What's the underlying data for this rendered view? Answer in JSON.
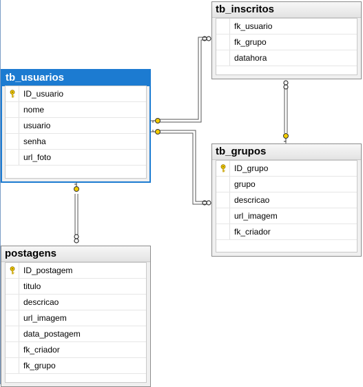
{
  "colors": {
    "selected_header": "#1c7bd1",
    "header_bg": "#ececec",
    "key_gold": "#e0b400",
    "connector": "#505050"
  },
  "tables": {
    "tb_inscritos": {
      "title": "tb_inscritos",
      "columns": [
        {
          "name": "fk_usuario",
          "pk": false
        },
        {
          "name": "fk_grupo",
          "pk": false
        },
        {
          "name": "datahora",
          "pk": false
        }
      ]
    },
    "tb_usuarios": {
      "title": "tb_usuarios",
      "selected": true,
      "columns": [
        {
          "name": "ID_usuario",
          "pk": true
        },
        {
          "name": "nome",
          "pk": false
        },
        {
          "name": "usuario",
          "pk": false
        },
        {
          "name": "senha",
          "pk": false
        },
        {
          "name": "url_foto",
          "pk": false
        }
      ]
    },
    "tb_grupos": {
      "title": "tb_grupos",
      "columns": [
        {
          "name": "ID_grupo",
          "pk": true
        },
        {
          "name": "grupo",
          "pk": false
        },
        {
          "name": "descricao",
          "pk": false
        },
        {
          "name": "url_imagem",
          "pk": false
        },
        {
          "name": "fk_criador",
          "pk": false
        }
      ]
    },
    "postagens": {
      "title": "postagens",
      "columns": [
        {
          "name": "ID_postagem",
          "pk": true
        },
        {
          "name": "titulo",
          "pk": false
        },
        {
          "name": "descricao",
          "pk": false
        },
        {
          "name": "url_imagem",
          "pk": false
        },
        {
          "name": "data_postagem",
          "pk": false
        },
        {
          "name": "fk_criador",
          "pk": false
        },
        {
          "name": "fk_grupo",
          "pk": false
        }
      ]
    }
  },
  "relationships": [
    {
      "from": "tb_inscritos",
      "to": "tb_usuarios",
      "cardinality": "many-to-one"
    },
    {
      "from": "tb_inscritos",
      "to": "tb_grupos",
      "cardinality": "many-to-one"
    },
    {
      "from": "tb_grupos",
      "to": "tb_usuarios",
      "cardinality": "many-to-one"
    },
    {
      "from": "postagens",
      "to": "tb_usuarios",
      "cardinality": "many-to-one"
    }
  ]
}
